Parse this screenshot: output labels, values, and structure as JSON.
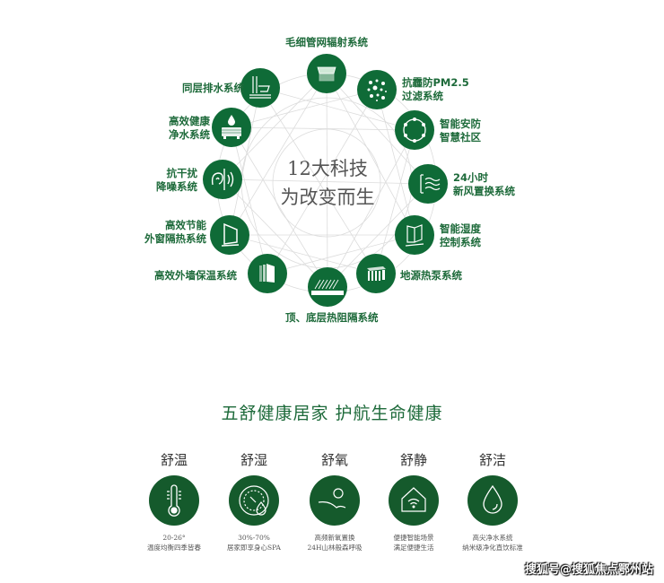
{
  "diagram": {
    "center_title": [
      "12大科技",
      "为改变而生"
    ],
    "nodes": [
      {
        "id": "capillary",
        "label": "毛细管网辐射系统",
        "icon": "ceiling-panel-icon"
      },
      {
        "id": "pm25",
        "label": "抗霾防PM2.5\n过滤系统",
        "icon": "particles-icon"
      },
      {
        "id": "security",
        "label": "智能安防\n智慧社区",
        "icon": "network-ring-icon"
      },
      {
        "id": "fresh-air",
        "label": "24小时\n新风置换系统",
        "icon": "air-waves-icon"
      },
      {
        "id": "humidity",
        "label": "智能湿度\n控制系统",
        "icon": "wall-humidity-icon"
      },
      {
        "id": "ground-source",
        "label": "地源热泵系统",
        "icon": "heat-pump-block-icon"
      },
      {
        "id": "roof-floor",
        "label": "顶、底层热阻隔系统",
        "icon": "insulation-layers-icon"
      },
      {
        "id": "wall-insulation",
        "label": "高效外墙保温系统",
        "icon": "wall-layers-icon"
      },
      {
        "id": "window",
        "label": "高效节能\n外窗隔热系统",
        "icon": "window-frame-icon"
      },
      {
        "id": "noise",
        "label": "抗干扰\n降噪系统",
        "icon": "ear-sound-icon"
      },
      {
        "id": "water",
        "label": "高效健康\n净水系统",
        "icon": "water-filter-icon"
      },
      {
        "id": "drainage",
        "label": "同层排水系统",
        "icon": "toilet-pipe-icon"
      }
    ]
  },
  "slogan": "五舒健康居家 护航生命健康",
  "comforts": [
    {
      "title": "舒温",
      "icon": "thermometer-icon",
      "line1": "20-26°",
      "line2": "温度均衡四季皆春"
    },
    {
      "title": "舒湿",
      "icon": "humidity-gauge-icon",
      "line1": "30%-70%",
      "line2": "居家即享身心SPA"
    },
    {
      "title": "舒氧",
      "icon": "sun-hills-icon",
      "line1": "高频新氧置换",
      "line2": "24H山林般森呼吸"
    },
    {
      "title": "舒静",
      "icon": "smart-home-wifi-icon",
      "line1": "便捷智能场景",
      "line2": "满足便捷生活"
    },
    {
      "title": "舒洁",
      "icon": "water-drop-icon",
      "line1": "高尖净水系统",
      "line2": "纳米级净化直饮标准"
    }
  ],
  "watermark": "搜狐号@搜狐焦点鄂州站",
  "colors": {
    "brand_green": "#0f6b37",
    "label_green": "#1d6a3a",
    "dark_green": "#155a2c"
  }
}
